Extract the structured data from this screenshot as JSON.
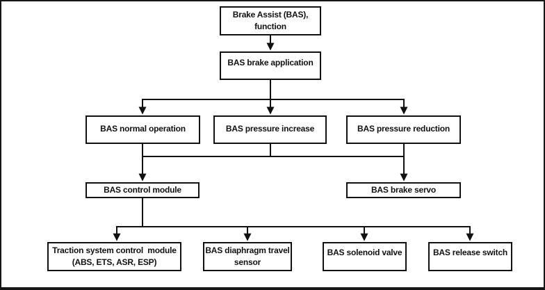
{
  "diagram": {
    "type": "flowchart",
    "colors": {
      "background": "#ffffff",
      "line": "#111111",
      "text": "#111111",
      "frame": "#161616"
    },
    "nodes": {
      "b1": "Brake Assist (BAS),\nfunction",
      "b2": "BAS brake application",
      "b3": "BAS normal operation",
      "b4": "BAS pressure increase",
      "b5": "BAS pressure reduction",
      "b6": "BAS control module",
      "b7": "BAS brake servo",
      "b8": "Traction system control  module\n(ABS, ETS, ASR, ESP)",
      "b9": "BAS diaphragm travel\nsensor",
      "b10": "BAS solenoid valve",
      "b11": "BAS release switch"
    },
    "edges": [
      {
        "from": "b1",
        "to": "b2"
      },
      {
        "from": "b2",
        "to": "b3"
      },
      {
        "from": "b2",
        "to": "b4"
      },
      {
        "from": "b2",
        "to": "b5"
      },
      {
        "from": "b3-b4-b5-junction",
        "to": "b6"
      },
      {
        "from": "b3-b4-b5-junction",
        "to": "b7"
      },
      {
        "from": "b6",
        "to": "b8"
      },
      {
        "from": "b6",
        "to": "b9"
      },
      {
        "from": "b6",
        "to": "b10"
      },
      {
        "from": "b6",
        "to": "b11"
      }
    ]
  }
}
